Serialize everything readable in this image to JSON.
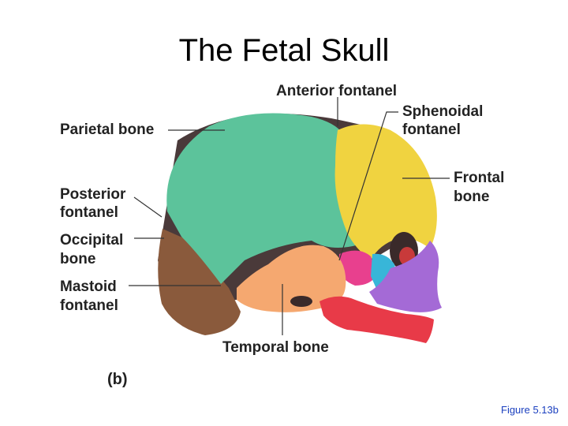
{
  "title": "The Fetal Skull",
  "labels": {
    "anterior_fontanel": "Anterior fontanel",
    "sphenoidal_fontanel_1": "Sphenoidal",
    "sphenoidal_fontanel_2": "fontanel",
    "parietal_bone": "Parietal bone",
    "frontal_bone_1": "Frontal",
    "frontal_bone_2": "bone",
    "posterior_fontanel_1": "Posterior",
    "posterior_fontanel_2": "fontanel",
    "occipital_bone_1": "Occipital",
    "occipital_bone_2": "bone",
    "mastoid_fontanel_1": "Mastoid",
    "mastoid_fontanel_2": "fontanel",
    "temporal_bone": "Temporal bone"
  },
  "panel_label": "(b)",
  "figure_ref": "Figure 5.13b",
  "colors": {
    "parietal": "#5cc39b",
    "frontal": "#f0d340",
    "occipital": "#8a5a3c",
    "temporal": "#f5a870",
    "sphenoid": "#e8408e",
    "ethmoid": "#38b6d8",
    "maxilla": "#a46ad6",
    "mandible": "#e83a48",
    "fontanel": "#4a3a3a",
    "figure_ref": "#1a3fbf"
  }
}
